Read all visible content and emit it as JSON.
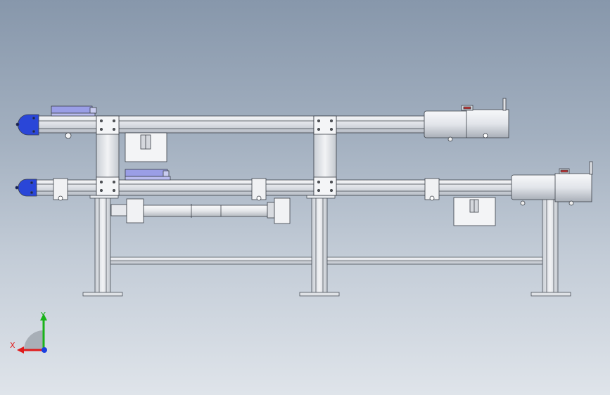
{
  "view": {
    "type": "cad-3d-viewport",
    "background_top": "#8797ab",
    "background_bottom": "#dfe4ea"
  },
  "triad": {
    "x_label": "X",
    "y_label": "Y",
    "x_color": "#e01b1b",
    "y_color": "#19b319",
    "z_color": "#1b3fe0"
  },
  "model": {
    "colors": {
      "aluminum": "#e4e7ec",
      "aluminum_dark": "#9aa1ab",
      "end_cap": "#2a46d8",
      "cylinder_blue": "#9a9ee6",
      "motor": "#e8eaee",
      "edge": "#3a3f47"
    },
    "conveyor_lines": [
      "upper-conveyor",
      "lower-conveyor"
    ],
    "support_legs": 3
  }
}
